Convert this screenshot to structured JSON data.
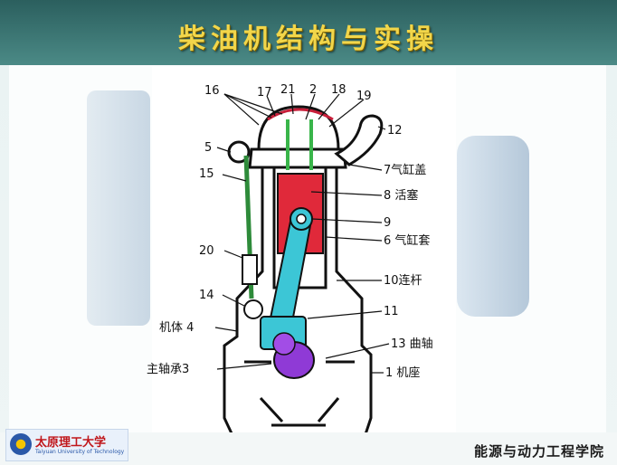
{
  "title": "柴油机结构与实操",
  "footer": {
    "logo_text": "太原理工大学",
    "logo_sub": "Taiyuan University of Technology",
    "school": "能源与动力工程学院"
  },
  "diagram": {
    "left_labels": {
      "l16": "16",
      "l17": "17",
      "l21": "21",
      "l5": "5",
      "l15": "15",
      "l20": "20",
      "l14": "14",
      "l4": "机体 4",
      "l3": "主轴承3"
    },
    "top_labels": {
      "l2": "2",
      "l18": "18",
      "l19": "19"
    },
    "right_labels": {
      "l12": "12",
      "l7": "7气缸盖",
      "l8": "8 活塞",
      "l9": "9",
      "l6": "6 气缸套",
      "l10": "10连杆",
      "l11": "11",
      "l13": "13 曲轴",
      "l1": "1 机座"
    },
    "colors": {
      "outline": "#111111",
      "piston": "#e0293a",
      "rod": "#3cc6d6",
      "valve": "#39b54a",
      "crank": "#8f3ad6",
      "pushrod": "#2e8b3a"
    }
  }
}
